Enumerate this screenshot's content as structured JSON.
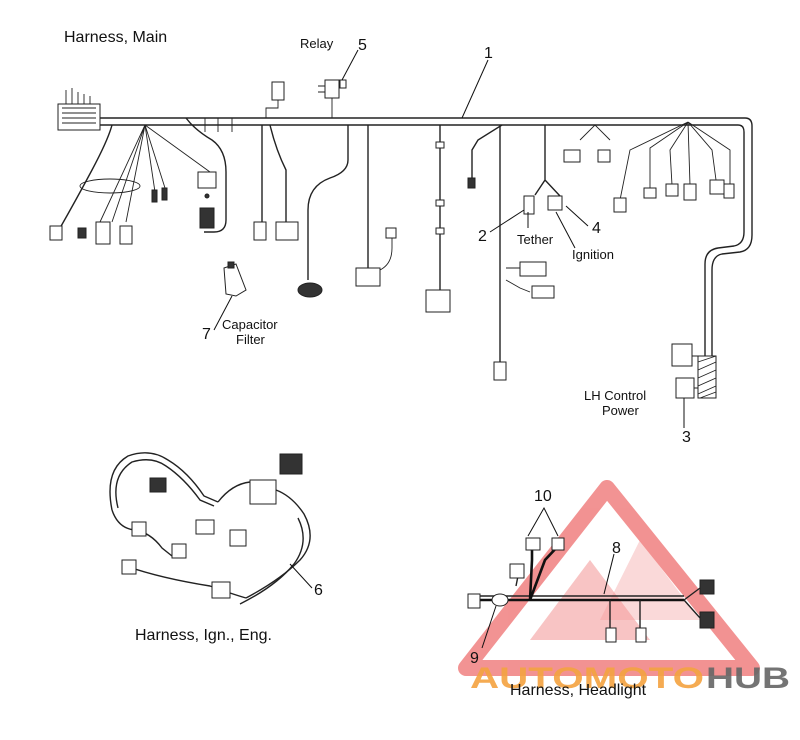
{
  "colors": {
    "line": "#222222",
    "watermark_red": "#f08080",
    "watermark_orange": "#f4a340",
    "watermark_gray": "#666666"
  },
  "titles": {
    "main": "Harness, Main",
    "ign_eng": "Harness, Ign., Eng.",
    "headlight": "Harness, Headlight"
  },
  "parts": [
    {
      "number": "1"
    },
    {
      "number": "2",
      "label": "Tether"
    },
    {
      "number": "3",
      "label_line1": "LH Control",
      "label_line2": "Power"
    },
    {
      "number": "4",
      "label": "Ignition"
    },
    {
      "number": "5",
      "label": "Relay"
    },
    {
      "number": "6"
    },
    {
      "number": "7",
      "label_line1": "Capacitor",
      "label_line2": "Filter"
    },
    {
      "number": "8"
    },
    {
      "number": "9"
    },
    {
      "number": "10"
    }
  ],
  "watermark": {
    "part1": "AUTOMOTO",
    "part2": "HUB"
  }
}
